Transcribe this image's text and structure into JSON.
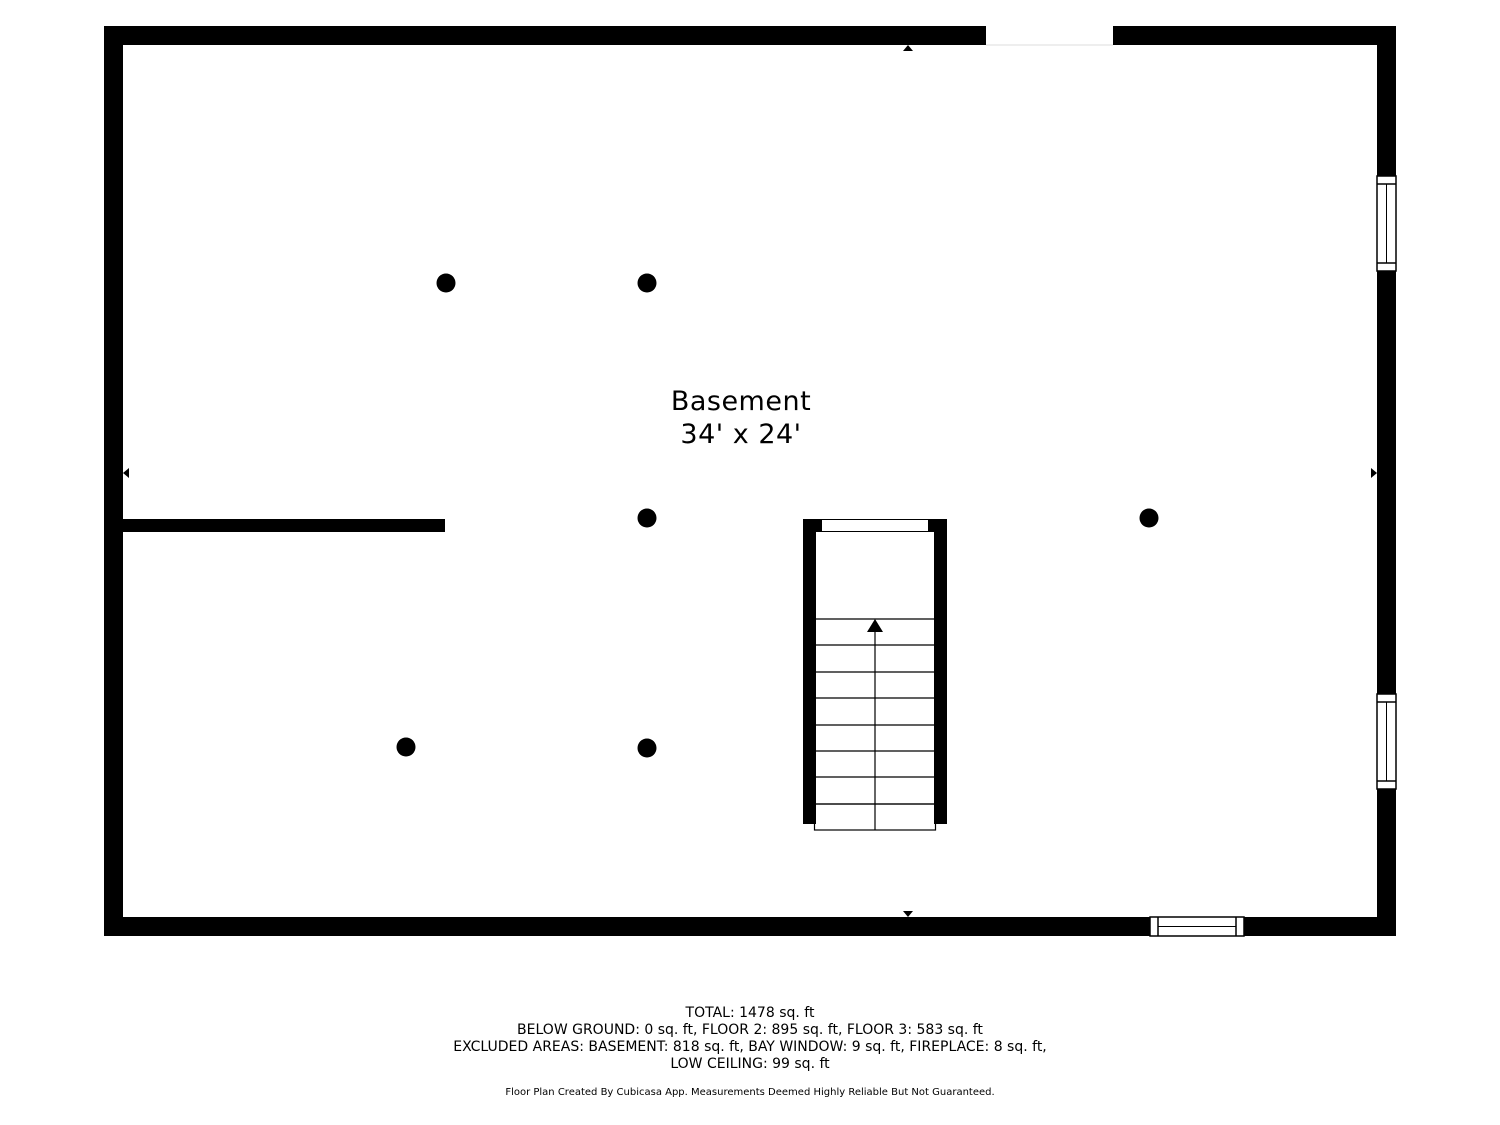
{
  "room": {
    "name": "Basement",
    "dimensions": "34' x 24'"
  },
  "summary": {
    "total": "TOTAL: 1478 sq. ft",
    "below_ground": "BELOW GROUND: 0 sq. ft, FLOOR 2: 895 sq. ft, FLOOR 3: 583 sq. ft",
    "excluded": "EXCLUDED AREAS: BASEMENT: 818 sq. ft, BAY WINDOW: 9 sq. ft, FIREPLACE: 8 sq. ft,",
    "low_ceiling": "LOW CEILING: 99 sq. ft"
  },
  "disclaimer": "Floor Plan Created By Cubicasa App. Measurements Deemed Highly Reliable But Not Guaranteed.",
  "colors": {
    "wall": "#000000",
    "background": "#ffffff"
  }
}
